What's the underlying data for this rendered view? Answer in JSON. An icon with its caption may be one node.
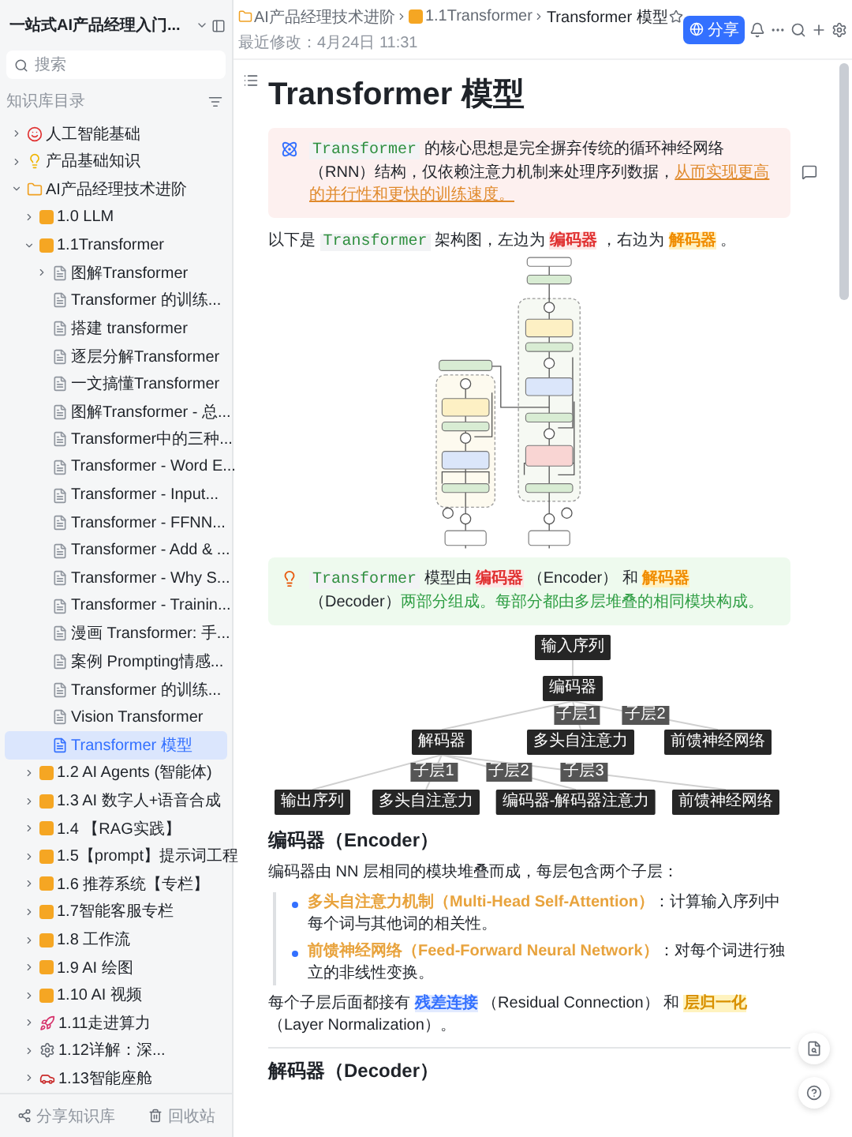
{
  "diagram": {
    "title": "Transformer 模型",
    "nodes": [
      {
        "text": [
          "输入序列"
        ]
      },
      {
        "text": [
          "编码器"
        ]
      },
      {
        "text": [
          "解码器"
        ]
      },
      {
        "text": [
          "多头自注意力"
        ]
      },
      {
        "text": [
          "前馈神经网络"
        ]
      },
      {
        "text": [
          "输出序列"
        ]
      },
      {
        "text": [
          "多头自注意力"
        ]
      },
      {
        "text": [
          "编码器-解码器注意力"
        ]
      },
      {
        "text": [
          "前馈神经网络"
        ]
      }
    ],
    "edges": [
      {
        "from": 0,
        "to": 1,
        "arrow": "none"
      },
      {
        "from": 1,
        "to": 2,
        "arrow": "none"
      },
      {
        "from": 1,
        "to": 3,
        "arrow": "none",
        "label": "子层1"
      },
      {
        "from": 1,
        "to": 4,
        "arrow": "none",
        "label": "子层2"
      },
      {
        "from": 2,
        "to": 5,
        "arrow": "none"
      },
      {
        "from": 2,
        "to": 6,
        "arrow": "none",
        "label": "子层1"
      },
      {
        "from": 2,
        "to": 7,
        "arrow": "none",
        "label": "子层2"
      },
      {
        "from": 2,
        "to": 8,
        "arrow": "none",
        "label": "子层3"
      }
    ],
    "labels": [
      "一站式AI产品经理入门...",
      "搜索",
      "知识库目录",
      "人工智能基础",
      "产品基础知识",
      "AI产品经理技术进阶",
      "1.0 LLM",
      "1.1Transformer",
      "图解Transformer",
      "Transformer 的训练...",
      "搭建 transformer",
      "逐层分解Transformer",
      "一文搞懂Transformer",
      "图解Transformer - 总...",
      "Transformer中的三种...",
      "Transformer - Word E...",
      "Transformer - Input...",
      "Transformer - FFNN...",
      "Transformer - Add & ...",
      "Transformer - Why S...",
      "Transformer - Trainin...",
      "漫画 Transformer: 手...",
      "案例 Prompting情感...",
      "Transformer 的训练...",
      "Vision Transformer",
      "Transformer 模型",
      "1.2 AI Agents (智能体)",
      "1.3 AI 数字人+语音合成",
      "1.4 【RAG实践】",
      "1.5【prompt】提示词工程",
      "1.6 推荐系统【专栏】",
      "1.7智能客服专栏",
      "1.8 工作流",
      "1.9 AI 绘图",
      "1.10 AI 视频",
      "1.11走进算力",
      "1.12详解：深...",
      "1.13智能座舱",
      "分享知识库",
      "回收站",
      "AI产品经理技术进阶",
      "1.1Transformer",
      "Transformer 模型",
      "最近修改：4月24日 11:31",
      "分享",
      "**Transformer** 的核心思想是完全摒弃传统的循环神经网络（RNN）结构，仅依赖注意力机制来处理序列数据，**从而实现更高的并行性和更快的训练速度。**",
      "以下是 **Transformer** 架构图，左边为 **编码器** ，右边为 **解码器** 。",
      "**Transformer** 模型由 **编码器** （Encoder） 和 **解码器**（Decoder）**两部分组成。每部分都由多层堆叠的相同模块构成。**",
      "编码器（Encoder）",
      "编码器由 NN 层相同的模块堆叠而成，每层包含两个子层：",
      "**多头自注意力机制（Multi-Head Self-Attention）**：计算输入序列中每个词与其他词的相关性。",
      "**前馈神经网络（Feed-Forward Neural Network）**：对每个词进行独立的非线性变换。",
      "每个子层后面都接有 **残差连接** （Residual Connection） 和 **层归一化**（Layer Normalization）。",
      "解码器（Decoder）"
    ]
  }
}
